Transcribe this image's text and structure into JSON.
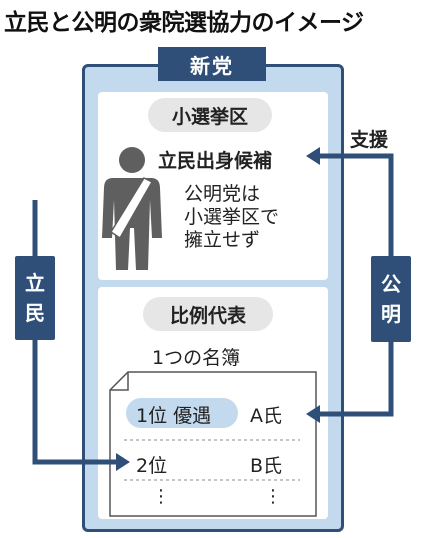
{
  "title": "立民と公明の衆院選協力のイメージ",
  "new_party": "新党",
  "district": {
    "label": "小選挙区",
    "candidate": "立民出身候補",
    "note_lines": [
      "公明党は",
      "小選挙区で",
      "擁立せず"
    ]
  },
  "proportional": {
    "label": "比例代表",
    "list_title": "1つの名簿",
    "rows": [
      {
        "rank": "1位 優遇",
        "name": "A氏"
      },
      {
        "rank": "2位",
        "name": "B氏"
      },
      {
        "rank": "⋮",
        "name": "⋮"
      }
    ]
  },
  "left_party": [
    "立",
    "民"
  ],
  "right_party": [
    "公",
    "明"
  ],
  "support_label": "支援",
  "colors": {
    "navy": "#2f4f78",
    "light_blue": "#c3d9ee",
    "pill_gray": "#e6e6e6",
    "person_gray": "#5f5f5f"
  }
}
